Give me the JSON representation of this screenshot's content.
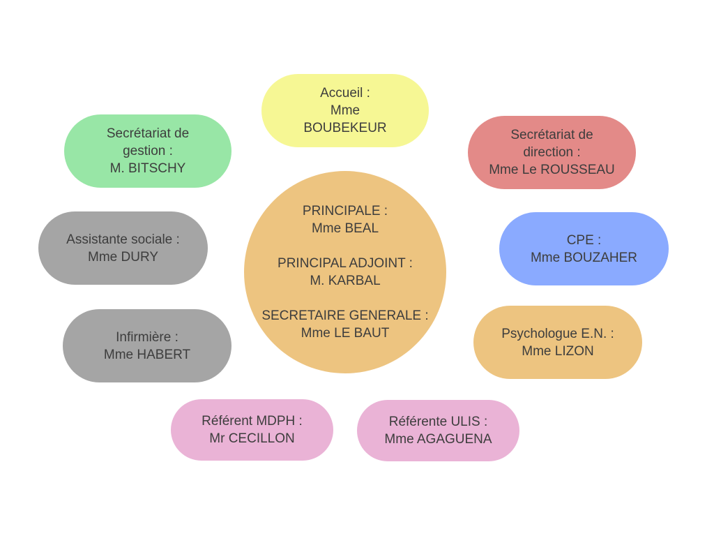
{
  "colors": {
    "yellow": "#f6f794",
    "green": "#98e6a6",
    "red": "#e38a88",
    "gray": "#a5a5a5",
    "blue": "#8aaaff",
    "orange": "#edc480",
    "pink": "#eab3d6",
    "text": "#3d3d3d"
  },
  "center": {
    "principale_title": "PRINCIPALE :",
    "principale_name": "Mme BEAL",
    "adjoint_title": "PRINCIPAL ADJOINT :",
    "adjoint_name": "M. KARBAL",
    "sg_title": "SECRETAIRE GENERALE :",
    "sg_name": "Mme LE BAUT"
  },
  "accueil": {
    "l1": "Accueil :",
    "l2": "Mme",
    "l3": "BOUBEKEUR"
  },
  "gestion": {
    "l1": "Secrétariat de",
    "l2": "gestion :",
    "l3": "M. BITSCHY"
  },
  "direction": {
    "l1": "Secrétariat de",
    "l2": "direction :",
    "l3": "Mme Le ROUSSEAU"
  },
  "sociale": {
    "l1": "Assistante sociale :",
    "l2": "Mme DURY"
  },
  "cpe": {
    "l1": "CPE :",
    "l2": "Mme BOUZAHER"
  },
  "infirmiere": {
    "l1": "Infirmière :",
    "l2": "Mme HABERT"
  },
  "psychologue": {
    "l1": "Psychologue E.N. :",
    "l2": "Mme LIZON"
  },
  "mdph": {
    "l1": "Référent MDPH :",
    "l2": "Mr CECILLON"
  },
  "ulis": {
    "l1": "Référente ULIS :",
    "l2": "Mme AGAGUENA"
  }
}
